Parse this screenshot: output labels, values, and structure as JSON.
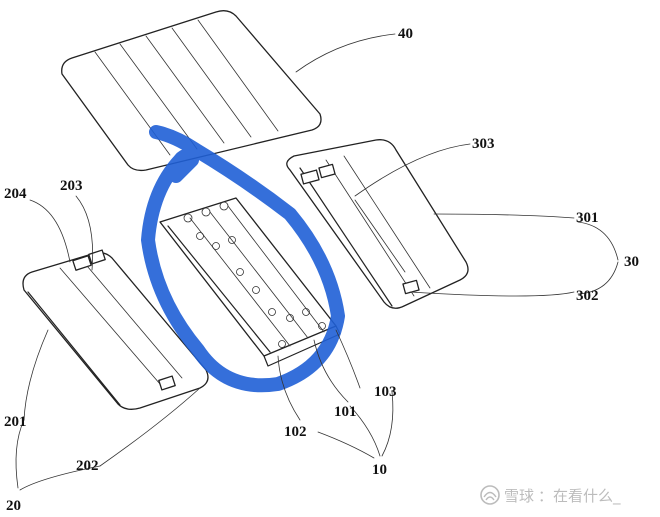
{
  "labels": {
    "l40": "40",
    "l303": "303",
    "l301": "301",
    "l30": "30",
    "l302": "302",
    "l204": "204",
    "l203": "203",
    "l201": "201",
    "l202": "202",
    "l20": "20",
    "l103": "103",
    "l101": "101",
    "l102": "102",
    "l10": "10"
  },
  "watermark": {
    "brand": "雪球",
    "handle": "：在看什么_"
  },
  "colors": {
    "annotation": "#1f5fd6",
    "lines": "#222222"
  },
  "icons": {
    "watermark_logo": "snowball-logo-icon"
  }
}
